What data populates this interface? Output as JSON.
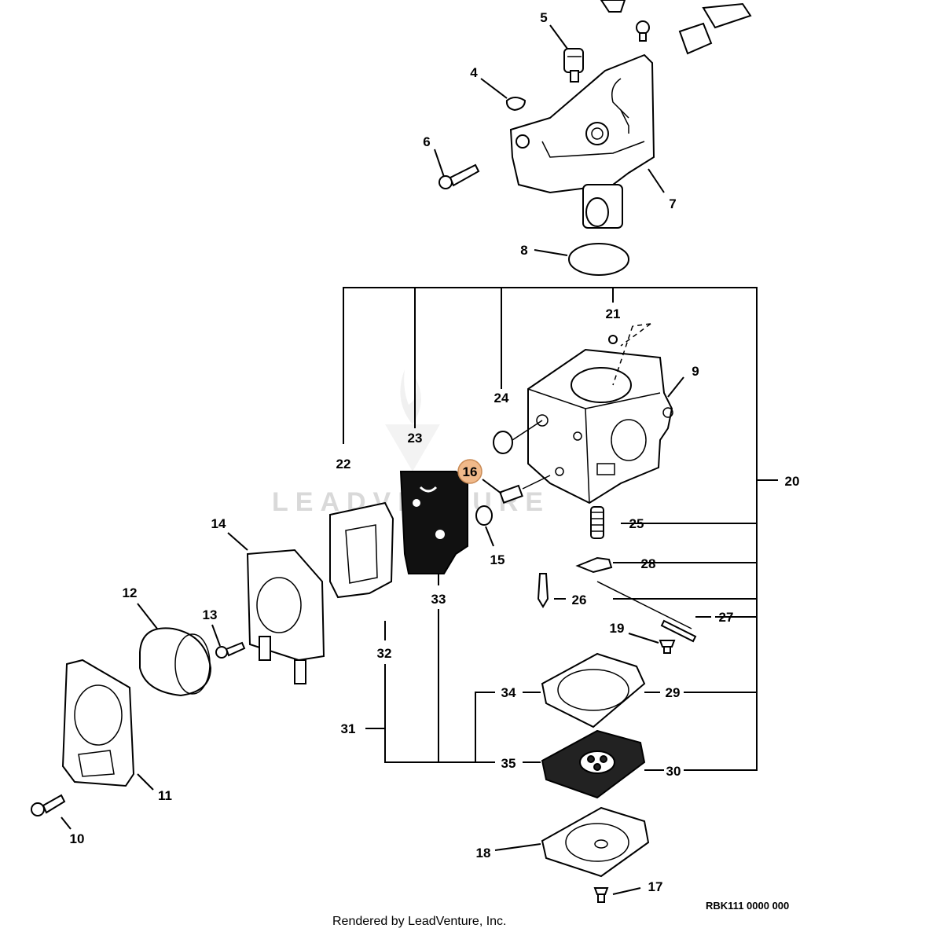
{
  "callouts": {
    "c4": "4",
    "c5": "5",
    "c6": "6",
    "c7": "7",
    "c8": "8",
    "c9": "9",
    "c10": "10",
    "c11": "11",
    "c12": "12",
    "c13": "13",
    "c14": "14",
    "c15": "15",
    "c16": "16",
    "c17": "17",
    "c18": "18",
    "c19": "19",
    "c20": "20",
    "c21": "21",
    "c22": "22",
    "c23": "23",
    "c24": "24",
    "c25": "25",
    "c26": "26",
    "c27": "27",
    "c28": "28",
    "c29": "29",
    "c30": "30",
    "c31": "31",
    "c32": "32",
    "c33": "33",
    "c34": "34",
    "c35": "35"
  },
  "highlighted_callout": "16",
  "highlight_color": "#f0b98a",
  "watermark": "LEADVENTURE",
  "footer": {
    "rendered_by": "Rendered by LeadVenture, Inc.",
    "diagram_code": "RBK111 0000 000"
  }
}
